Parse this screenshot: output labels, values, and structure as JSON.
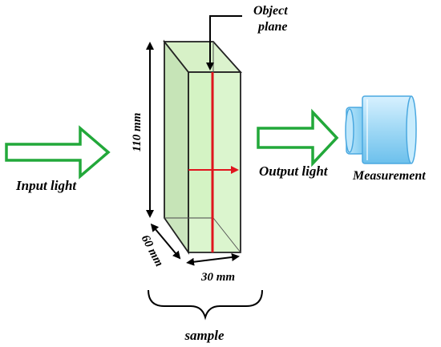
{
  "labels": {
    "object_plane_line1": "Object",
    "object_plane_line2": "plane",
    "input_light": "Input light",
    "output_light": "Output light",
    "measurement": "Measurement",
    "sample": "sample"
  },
  "dimensions": {
    "height": "110 mm",
    "depth": "60 mm",
    "width": "30 mm"
  },
  "colors": {
    "arrow_outline": "#22a83a",
    "sample_fill": "#c8f0b4",
    "object_plane_line": "#e0141e",
    "camera_fill": "#9fd8f5",
    "camera_stroke": "#4aa8e0"
  },
  "icons": {
    "input_arrow": "hollow-right-arrow-icon",
    "output_arrow": "hollow-right-arrow-icon",
    "camera": "camera-icon"
  }
}
